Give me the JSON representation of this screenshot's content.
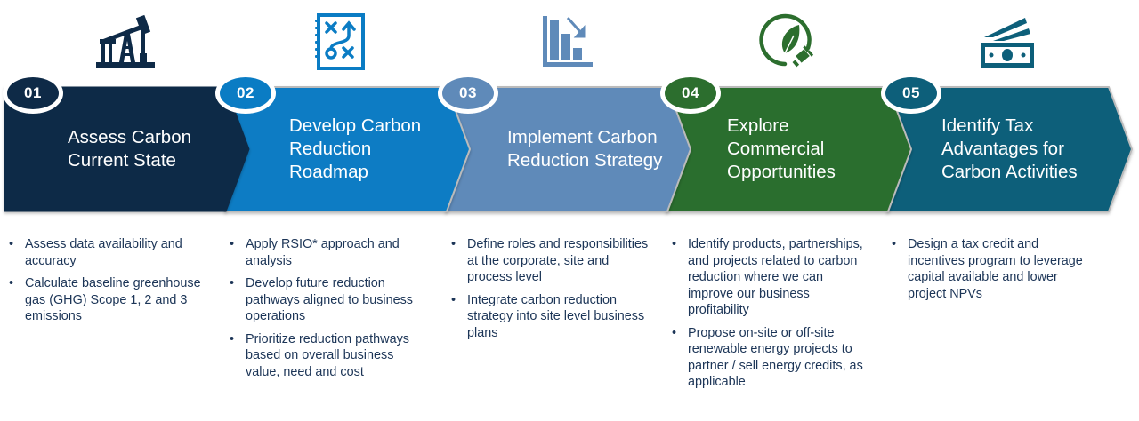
{
  "steps": [
    {
      "number": "01",
      "title": "Assess Carbon Current State",
      "icon": "oil-pump-icon",
      "color": "#0e2a47",
      "bullets": [
        "Assess data availability and accuracy",
        "Calculate baseline greenhouse gas (GHG) Scope 1, 2 and 3 emissions"
      ]
    },
    {
      "number": "02",
      "title": "Develop Carbon Reduction Roadmap",
      "icon": "strategy-roadmap-icon",
      "color": "#0a7cc4",
      "bullets": [
        "Apply RSIO* approach and analysis",
        "Develop future reduction pathways aligned to business operations",
        "Prioritize reduction pathways based on overall business value, need and cost"
      ]
    },
    {
      "number": "03",
      "title": "Implement Carbon Reduction Strategy",
      "icon": "declining-bar-chart-icon",
      "color": "#5f8ab9",
      "bullets": [
        "Define roles and responsibilities at the corporate, site and process level",
        "Integrate carbon reduction strategy into site level business plans"
      ]
    },
    {
      "number": "04",
      "title": "Explore Commercial Opportunities",
      "icon": "leaf-plug-icon",
      "color": "#2c6e2e",
      "bullets": [
        "Identify products, partnerships, and projects related to carbon reduction where we can improve our business profitability",
        "Propose on-site or off-site renewable energy projects to partner / sell energy credits, as applicable"
      ]
    },
    {
      "number": "05",
      "title": "Identify Tax Advantages for Carbon Activities",
      "icon": "money-bills-icon",
      "color": "#0d5f7a",
      "bullets": [
        "Design a tax credit and incentives program to leverage capital available and lower project NPVs"
      ]
    }
  ],
  "titles_lines": [
    [
      "Assess Carbon",
      "Current State"
    ],
    [
      "Develop Carbon",
      "Reduction",
      "Roadmap"
    ],
    [
      "Implement Carbon",
      "Reduction Strategy"
    ],
    [
      "Explore",
      "Commercial",
      "Opportunities"
    ],
    [
      "Identify Tax",
      "Advantages for",
      "Carbon Activities"
    ]
  ]
}
